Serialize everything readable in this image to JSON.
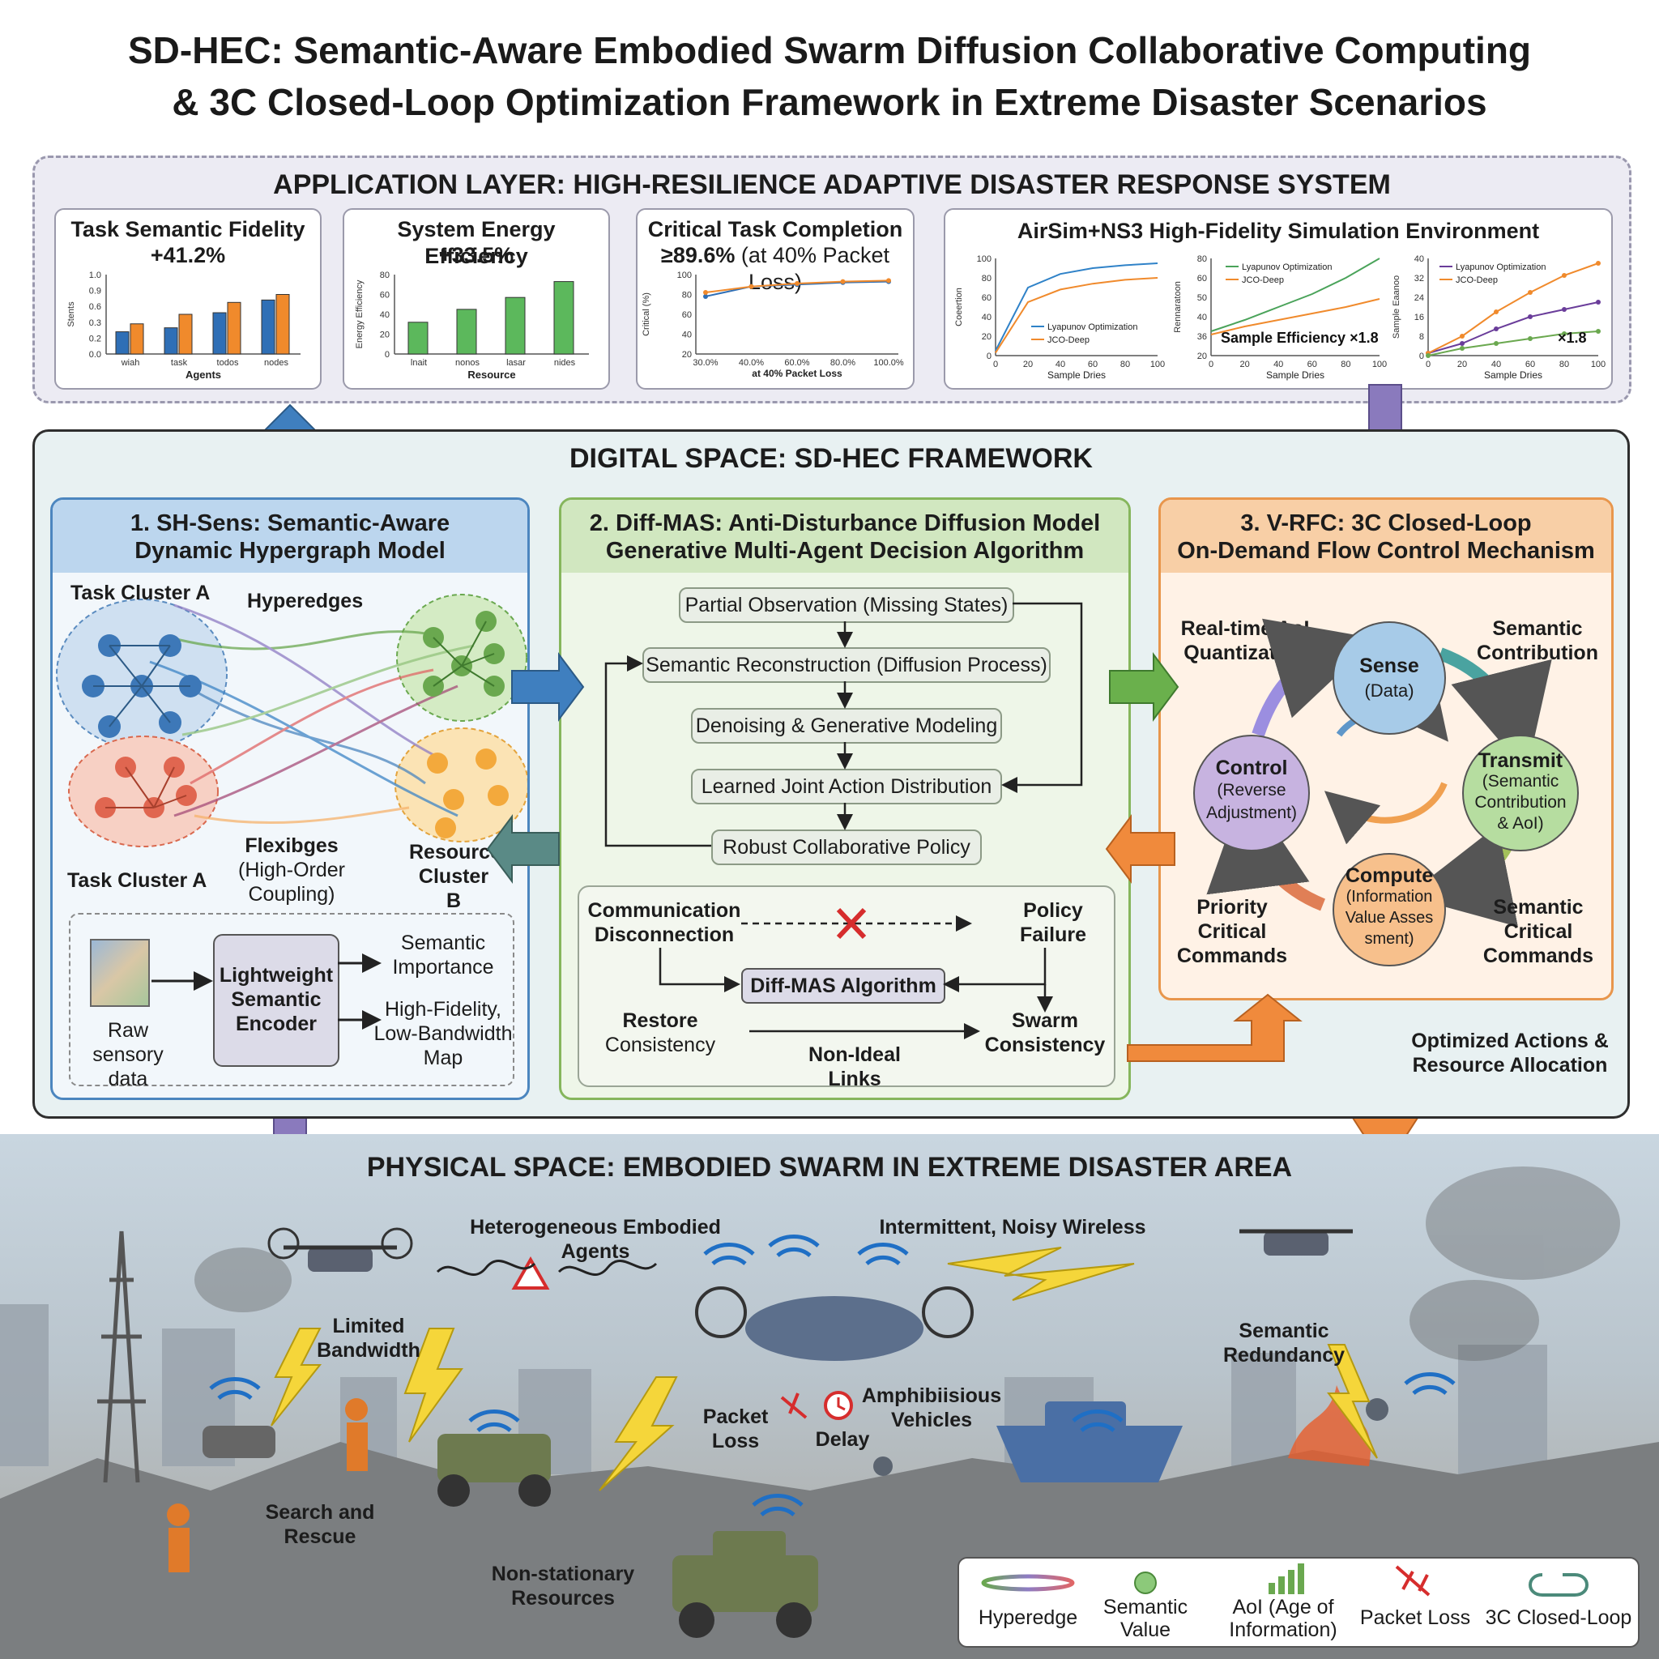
{
  "title_line1": "SD-HEC: Semantic-Aware Embodied Swarm Diffusion Collaborative Computing",
  "title_line2": "& 3C Closed-Loop Optimization Framework in Extreme Disaster Scenarios",
  "application_layer": {
    "title": "APPLICATION LAYER: HIGH-RESILIENCE ADAPTIVE DISASTER RESPONSE SYSTEM",
    "panel1": {
      "title": "Task Semantic Fidelity",
      "value": "+41.2%",
      "ylabel": "Stents",
      "xlabel": "Agents"
    },
    "panel2": {
      "title": "System Energy Efficiency",
      "value": "+33.5%",
      "ylabel": "Energy Efficiency",
      "xlabel": "Resource"
    },
    "panel3": {
      "title": "Critical Task Completion",
      "value": "≥89.6%",
      "value_note": "(at 40% Packet Loss)",
      "ylabel": "Critical (%)",
      "xlabel": "at 40% Packet Loss"
    },
    "panel4": {
      "title": "AirSim+NS3 High-Fidelity Simulation Environment",
      "sample_efficiency": "Sample Efficiency ×1.8",
      "multiplier": "×1.8"
    }
  },
  "chart_data": [
    {
      "type": "bar",
      "categories": [
        "wiah",
        "task",
        "todos",
        "nodes"
      ],
      "series": [
        {
          "values": [
            0.28,
            0.33,
            0.52,
            0.68
          ]
        },
        {
          "values": [
            0.38,
            0.5,
            0.65,
            0.75
          ]
        }
      ],
      "ylim": [
        0,
        1.0
      ],
      "yticks": [
        "0.0",
        "0.2",
        "0.3",
        "0.6",
        "0.9",
        "1.0"
      ],
      "series_colors": [
        "#2f6fb6",
        "#f08a2c"
      ]
    },
    {
      "type": "bar",
      "categories": [
        "lnait",
        "nonos",
        "lasar",
        "nides"
      ],
      "values": [
        32,
        45,
        57,
        73
      ],
      "ylim": [
        0,
        80
      ],
      "yticks": [
        "0",
        "20",
        "40",
        "60",
        "80"
      ],
      "color": "#5cb85c"
    },
    {
      "type": "line",
      "x": [
        "30.0%",
        "40.0%",
        "60.0%",
        "80.0%",
        "100.0%"
      ],
      "series": [
        {
          "values": [
            78,
            88,
            90,
            92,
            93
          ]
        },
        {
          "values": [
            82,
            88,
            91,
            93,
            94
          ]
        }
      ],
      "ylim": [
        20,
        100
      ],
      "yticks": [
        "20",
        "40",
        "60",
        "80",
        "100"
      ]
    },
    {
      "type": "line",
      "x": [
        0,
        20,
        40,
        60,
        80,
        100
      ],
      "series": [
        {
          "name": "Lyapunov Optimization",
          "values": [
            5,
            70,
            84,
            90,
            93,
            95
          ]
        },
        {
          "name": "JCO-Deep",
          "values": [
            3,
            55,
            68,
            74,
            78,
            80
          ]
        }
      ],
      "ylim": [
        0,
        100
      ],
      "ylabel": "Coeertion",
      "xlabel": "Sample Dries"
    },
    {
      "type": "line",
      "x": [
        0,
        20,
        40,
        60,
        80,
        100
      ],
      "series": [
        {
          "name": "Lyapunov Optimization",
          "values": [
            35,
            42,
            50,
            58,
            68,
            80
          ]
        },
        {
          "name": "JCO-Deep",
          "values": [
            33,
            38,
            42,
            46,
            50,
            55
          ]
        }
      ],
      "ylim": [
        20,
        80
      ],
      "yticks": [
        "20",
        "36",
        "40",
        "50",
        "60",
        "80"
      ],
      "ylabel": "Rennaratoon",
      "xlabel": "Sample Dries"
    },
    {
      "type": "line",
      "x": [
        0,
        20,
        40,
        60,
        80,
        100
      ],
      "series": [
        {
          "name": "Lyapunov Optimization",
          "values": [
            1,
            5,
            11,
            16,
            19,
            22
          ]
        },
        {
          "name": "JCO-Deep",
          "values": [
            1,
            8,
            18,
            26,
            33,
            38
          ]
        },
        {
          "values": [
            0,
            3,
            5,
            7,
            9,
            10
          ]
        }
      ],
      "ylim": [
        0,
        40
      ],
      "ylabel": "Sample Eaanoo",
      "xlabel": "Sample Dries"
    }
  ],
  "digital_space": {
    "title": "DIGITAL SPACE: SD-HEC FRAMEWORK"
  },
  "box1": {
    "title1": "1. SH-Sens: Semantic-Aware",
    "title2": "Dynamic Hypergraph Model",
    "task_cluster_a_top": "Task Cluster A",
    "hyperedges": "Hyperedges",
    "task_cluster_a_bottom": "Task Cluster A",
    "flexibges": "Flexibges",
    "coupling": "(High-Order Coupling)",
    "resource_cluster_b1": "Resource",
    "resource_cluster_b2": "Cluster B",
    "raw1": "Raw",
    "raw2": "sensory data",
    "encoder1": "Lightweight",
    "encoder2": "Semantic",
    "encoder3": "Encoder",
    "out1a": "Semantic",
    "out1b": "Importance",
    "out2a": "High-Fidelity,",
    "out2b": "Low-Bandwidth",
    "out2c": "Map"
  },
  "box2": {
    "title1": "2. Diff-MAS: Anti-Disturbance Diffusion Model",
    "title2": "Generative Multi-Agent Decision Algorithm",
    "step1": "Partial Observation (Missing States)",
    "step2": "Semantic Reconstruction (Diffusion Process)",
    "step3": "Denoising & Generative Modeling",
    "step4": "Learned Joint Action Distribution",
    "step5": "Robust Collaborative Policy",
    "comm1": "Communication",
    "comm2": "Disconnection",
    "policy1": "Policy",
    "policy2": "Failure",
    "algo": "Diff-MAS Algorithm",
    "restore1": "Restore",
    "restore2": "Consistency",
    "links": "Non-Ideal Links",
    "swarm1": "Swarm",
    "swarm2": "Consistency"
  },
  "box3": {
    "title1": "3. V-RFC: 3C Closed-Loop",
    "title2": "On-Demand Flow Control Mechanism",
    "aoi1": "Real-time AoI",
    "aoi2": "Quantization",
    "sc1": "Semantic",
    "sc2": "Contribution",
    "sense1": "Sense",
    "sense2": "(Data)",
    "transmit1": "Transmit",
    "transmit2": "(Semantic",
    "transmit3": "Contribution",
    "transmit4": "& AoI)",
    "compute1": "Compute",
    "compute2": "(Information",
    "compute3": "Value Asses",
    "compute4": "sment)",
    "control1": "Control",
    "control2": "(Reverse",
    "control3": "Adjustment)",
    "pcc1": "Priority",
    "pcc2": "Critical",
    "pcc3": "Commands",
    "scc1": "Semantic",
    "scc2": "Critical",
    "scc3": "Commands",
    "colors": {
      "sense": "#a7cbe8",
      "transmit": "#b6dda0",
      "compute": "#f7c08c",
      "control": "#c7b3e0"
    }
  },
  "optimized1": "Optimized Actions &",
  "optimized2": "Resource Allocation",
  "physical": {
    "title": "PHYSICAL SPACE: EMBODIED SWARM IN EXTREME DISASTER AREA",
    "hetero1": "Heterogeneous Embodied",
    "hetero2": "Agents",
    "wireless": "Intermittent, Noisy Wireless",
    "limited1": "Limited",
    "limited2": "Bandwidth",
    "redundancy1": "Semantic",
    "redundancy2": "Redundancy",
    "packet1": "Packet",
    "packet2": "Loss",
    "delay": "Delay",
    "amph1": "Amphibiisious",
    "amph2": "Vehicles",
    "search1": "Search and",
    "search2": "Rescue",
    "nonstat1": "Non-stationary",
    "nonstat2": "Resources"
  },
  "legend": {
    "hyperedge": "Hyperedge",
    "semantic1": "Semantic",
    "semantic2": "Value",
    "aoi1": "AoI (Age of",
    "aoi2": "Information)",
    "packet": "Packet Loss",
    "closed": "3C Closed-Loop"
  }
}
